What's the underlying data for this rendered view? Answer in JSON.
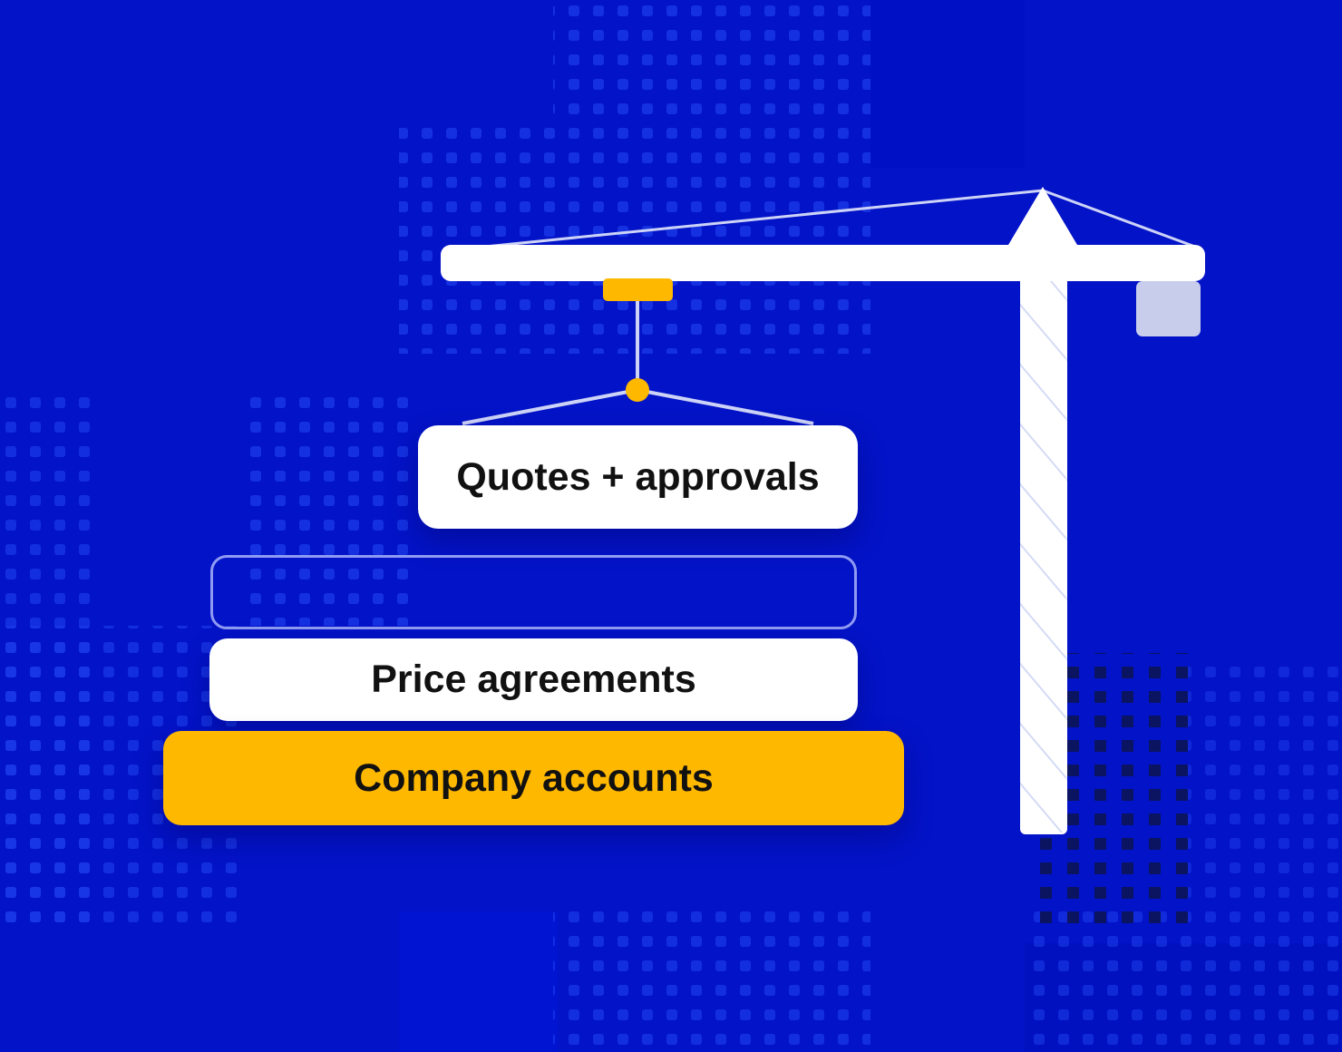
{
  "colors": {
    "background": "#0313c7",
    "dot_pattern": "#1a3ae8",
    "dark_dot_pattern": "#0a1460",
    "crane_white": "#ffffff",
    "crane_stripe": "#d4daf5",
    "counterweight": "#c8cdeb",
    "accent_yellow": "#ffb800",
    "cable": "#cdd3f7",
    "slot_outline": "#8f9bf2",
    "text_dark": "#111111"
  },
  "icons": {
    "crane": "tower-crane-icon",
    "hook": "crane-hook-icon",
    "counterweight": "counterweight-icon"
  },
  "stack": {
    "top_block": {
      "label": "Quotes + approvals"
    },
    "empty_slot": {
      "label": ""
    },
    "middle_block": {
      "label": "Price agreements"
    },
    "base_block": {
      "label": "Company accounts"
    }
  }
}
